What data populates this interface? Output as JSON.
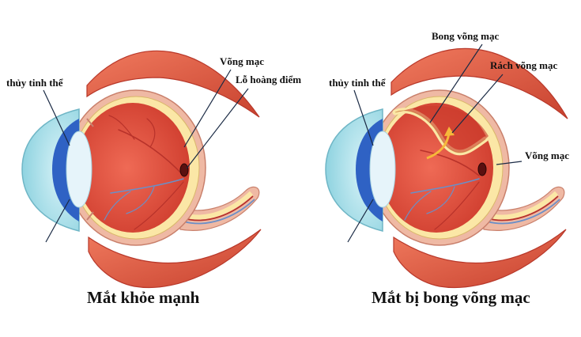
{
  "colors": {
    "muscle": "#e0604a",
    "muscle_dark": "#b8382a",
    "sclera": "#efb9a4",
    "eye_inner": "#e24c3a",
    "eye_inner_dark": "#c93a2c",
    "retina": "#fbe7a6",
    "retina_edge": "#d9b76a",
    "cornea_outer": "#9fdbe6",
    "cornea_blue": "#2f62c4",
    "lens": "#e6f4fa",
    "vessel_red": "#b8322a",
    "vessel_blue": "#6a8fc8",
    "tear_arrow": "#f6b83a",
    "leader": "#1a2a44"
  },
  "healthy_eye": {
    "caption": "Mắt khỏe mạnh",
    "labels": {
      "lens": "thủy tinh thể",
      "retina": "Võng mạc",
      "macular_hole": "Lỗ hoàng điểm"
    }
  },
  "detached_eye": {
    "caption": "Mắt bị bong võng mạc",
    "labels": {
      "lens": "thủy tinh thể",
      "detachment": "Bong võng mạc",
      "tear": "Rách võng mạc",
      "retina": "Võng mạc"
    }
  }
}
